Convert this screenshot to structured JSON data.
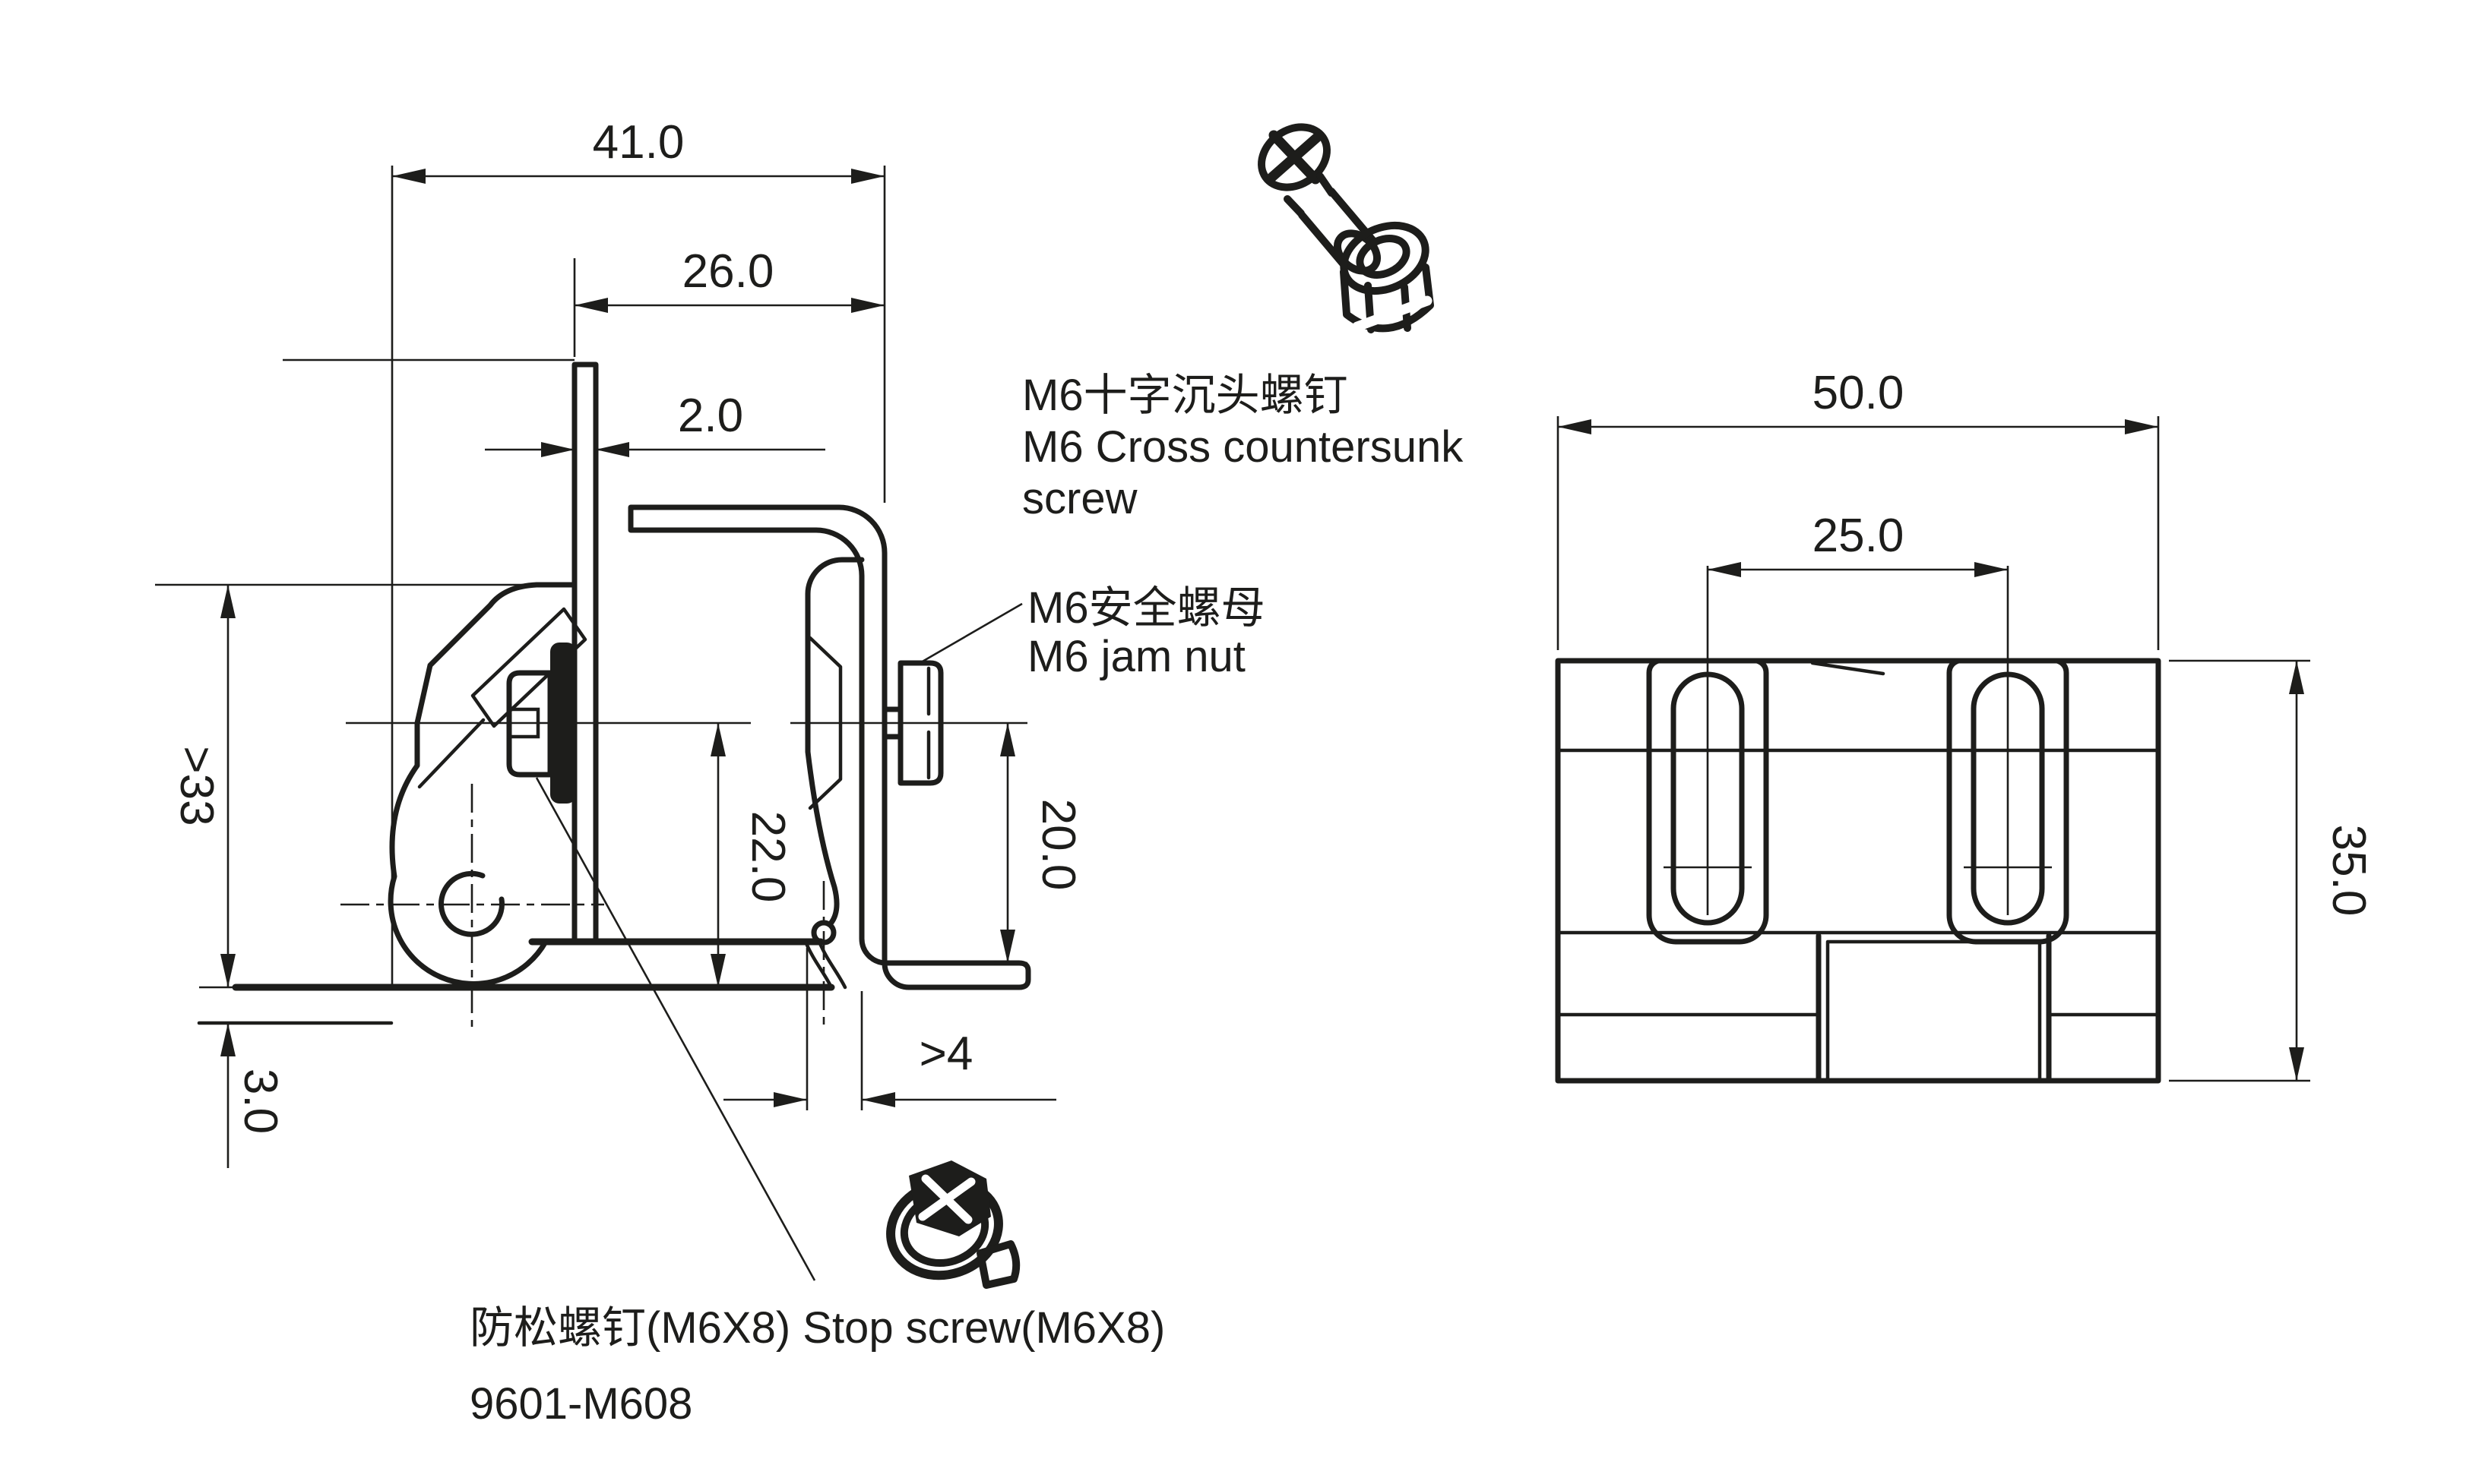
{
  "drawing": {
    "background": "#ffffff",
    "ink_color": "#1d1d1b",
    "views": {
      "side_view": "hinge side section view",
      "back_view": "hinge back view"
    }
  },
  "dims": {
    "d41": "41.0",
    "d26": "26.0",
    "d2": "2.0",
    "d33": ">33",
    "d3": "3.0",
    "d22": "22.0",
    "d20": "20.0",
    "d4": ">4",
    "d50": "50.0",
    "d25": "25.0",
    "d35": "35.0"
  },
  "labels": {
    "countersunk_zh": "M6十字沉头螺钉",
    "countersunk_en1": "M6 Cross countersunk",
    "countersunk_en2": "screw",
    "jamnut_zh": "M6安全螺母",
    "jamnut_en": "M6 jam nut",
    "stopscrew_line1": "防松螺钉(M6X8) Stop screw(M6X8)",
    "stopscrew_line2": "9601-M608"
  }
}
